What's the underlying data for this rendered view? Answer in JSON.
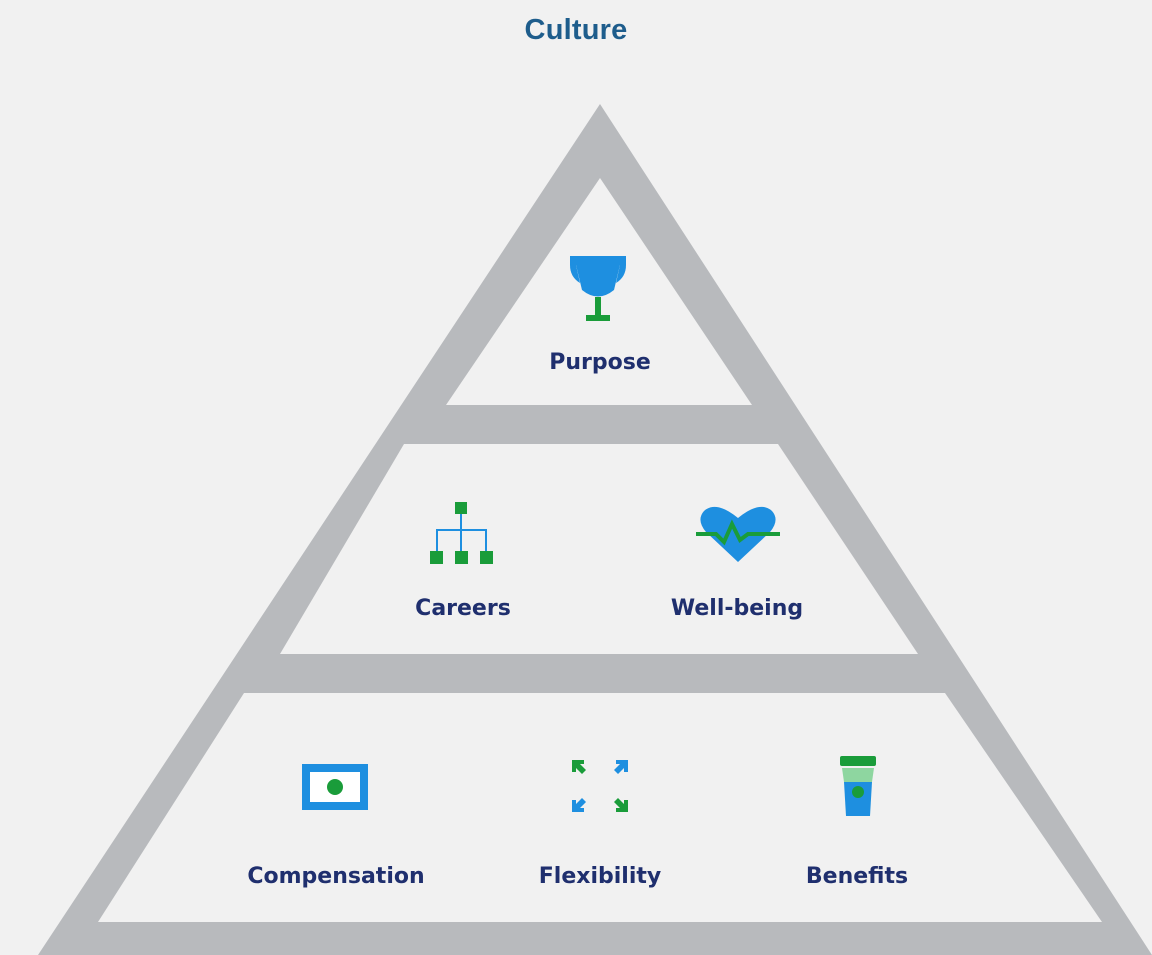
{
  "diagram": {
    "title": "Culture",
    "colors": {
      "frame": "#b8babd",
      "title": "#1e5d8c",
      "label": "#1f2f6e",
      "icon_blue": "#1e8fe0",
      "icon_green": "#1a9c3a"
    },
    "tiers": [
      {
        "name": "top",
        "items": [
          {
            "label": "Purpose",
            "icon": "trophy-icon"
          }
        ]
      },
      {
        "name": "middle",
        "items": [
          {
            "label": "Careers",
            "icon": "org-chart-icon"
          },
          {
            "label": "Well-being",
            "icon": "heartbeat-icon"
          }
        ]
      },
      {
        "name": "bottom",
        "items": [
          {
            "label": "Compensation",
            "icon": "banknote-icon"
          },
          {
            "label": "Flexibility",
            "icon": "expand-arrows-icon"
          },
          {
            "label": "Benefits",
            "icon": "coffee-cup-icon"
          }
        ]
      }
    ]
  }
}
